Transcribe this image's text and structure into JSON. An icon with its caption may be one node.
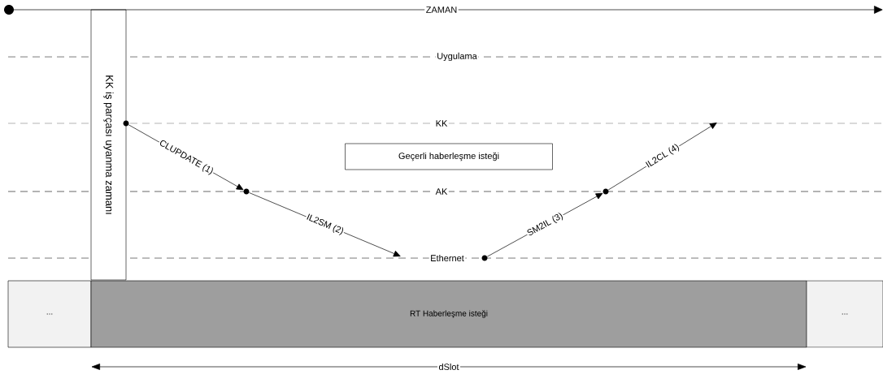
{
  "diagram": {
    "nodes": [
      {
        "text": [
          "KK iş parçası uyanma zamanı"
        ]
      },
      {
        "text": [
          "Geçerli haberleşme isteği"
        ]
      },
      {
        "text": [
          "..."
        ]
      },
      {
        "text": [
          "RT Haberleşme isteği"
        ]
      },
      {
        "text": [
          "..."
        ]
      },
      {
        "text": [],
        "shape": "circle"
      },
      {
        "text": [],
        "shape": "circle"
      },
      {
        "text": [],
        "shape": "circle"
      },
      {
        "text": [],
        "shape": "circle"
      }
    ],
    "edges": [
      {
        "from": 5,
        "to": 6,
        "arrow": "to",
        "label": "CLUPDATE (1)"
      },
      {
        "from": 6,
        "to": null,
        "arrow": "to",
        "label": "IL2SM (2)"
      },
      {
        "from": 7,
        "to": 8,
        "arrow": "to",
        "label": "SM2IL (3)"
      },
      {
        "from": 8,
        "to": null,
        "arrow": "to",
        "label": "IL2CL (4)"
      }
    ],
    "labels": [
      "ZAMAN",
      "Uygulama",
      "KK",
      "AK",
      "Ethernet",
      "dSlot"
    ]
  }
}
